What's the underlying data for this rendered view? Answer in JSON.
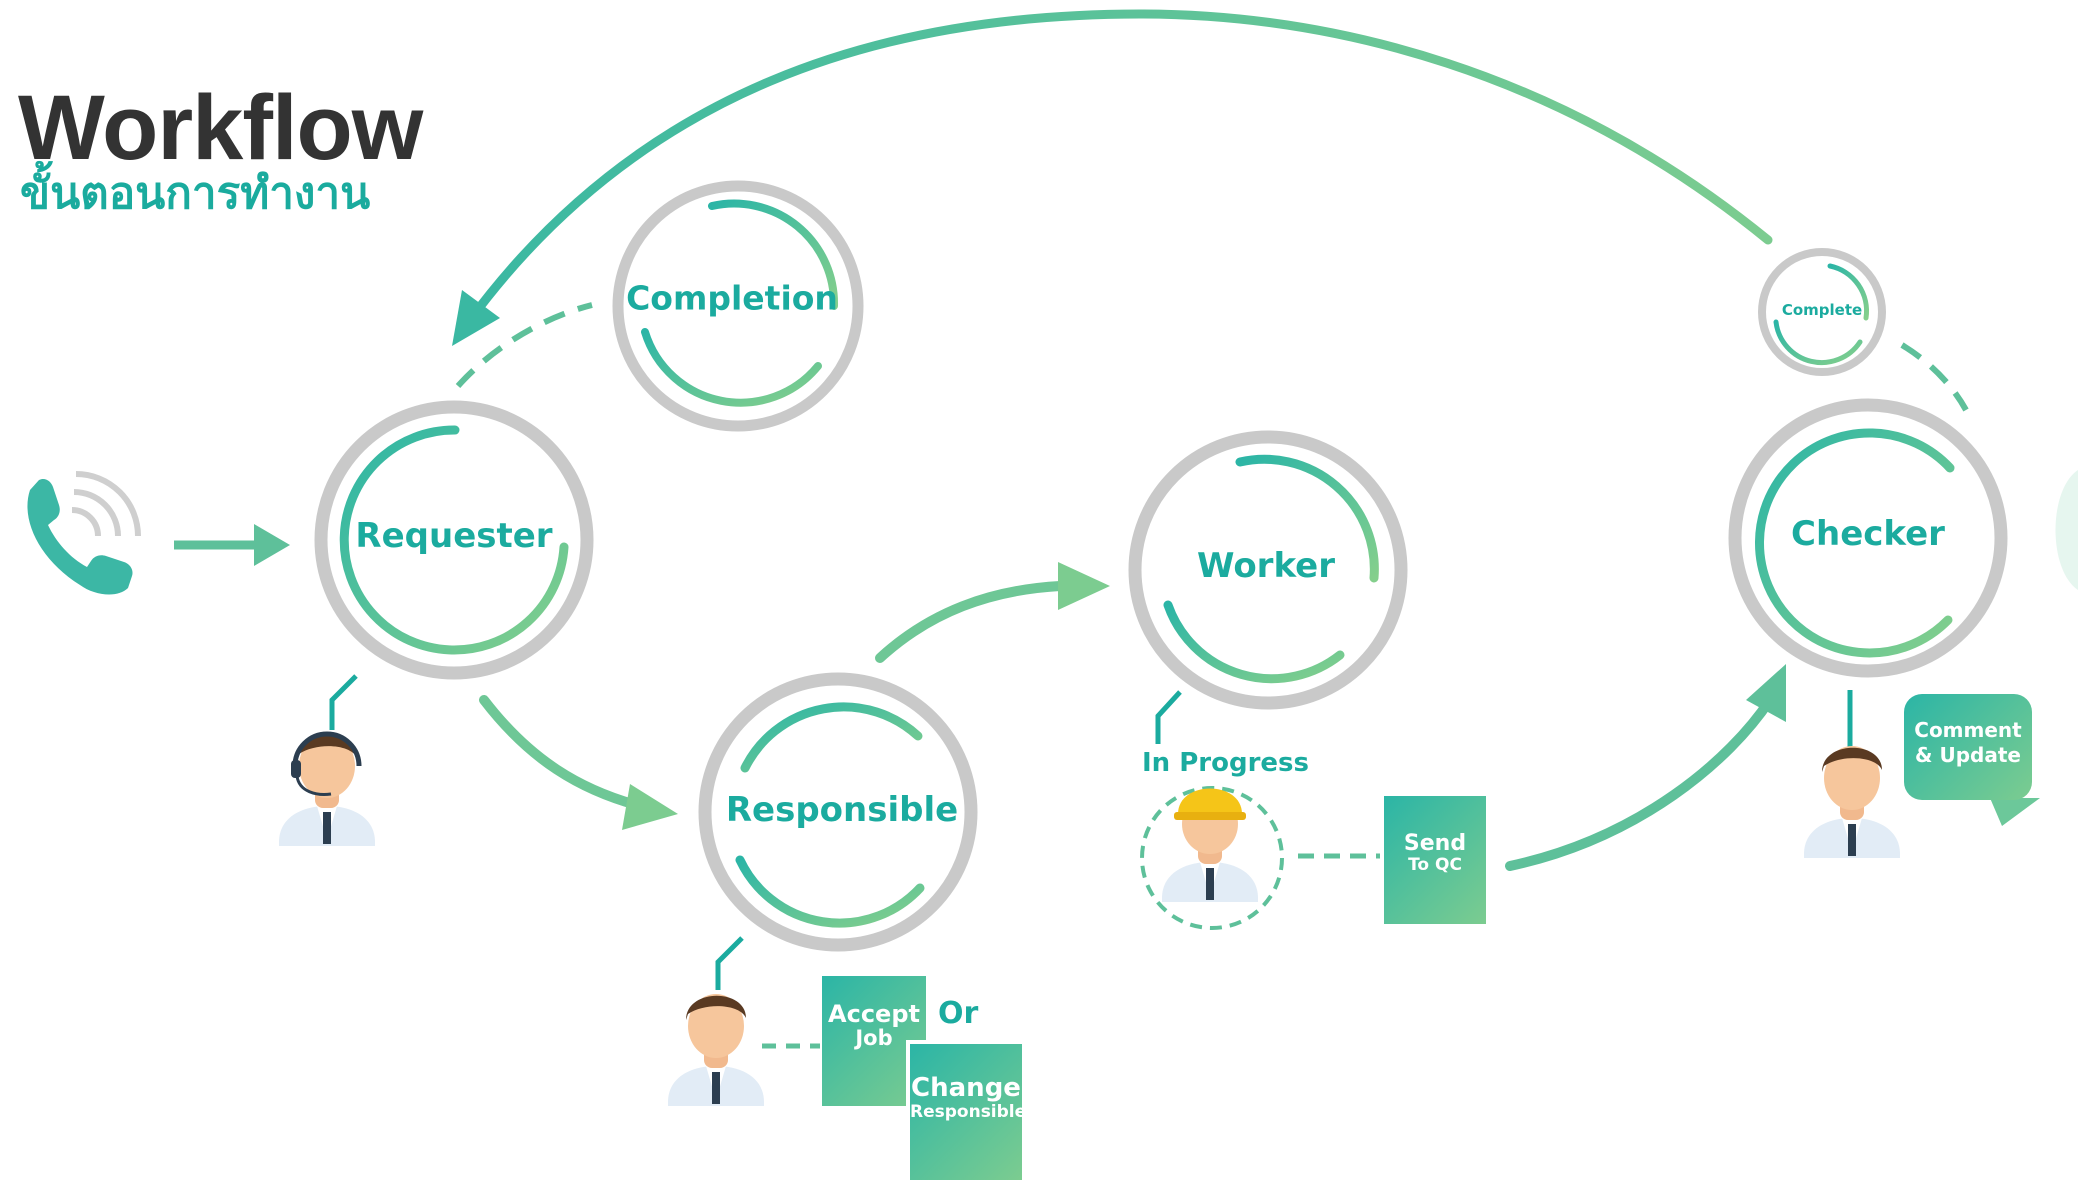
{
  "header": {
    "title": "Workflow",
    "subtitle": "ขั้นตอนการทำงาน"
  },
  "nodes": {
    "requester": "Requester",
    "responsible": "Responsible",
    "worker": "Worker",
    "checker": "Checker",
    "completion": "Completion",
    "complete": "Complete"
  },
  "labels": {
    "in_progress": "In Progress",
    "or": "Or"
  },
  "boxes": {
    "accept_job": {
      "line1": "Accept",
      "line2": "Job"
    },
    "change_responsible": {
      "line1": "Change",
      "line2": "Responsible"
    },
    "send_to_qc": {
      "line1": "Send",
      "line2": "To QC"
    },
    "comment_update": {
      "line1": "Comment",
      "line2": "& Update"
    }
  },
  "icons": {
    "phone": "phone-ringing-icon",
    "requester_person": "headset-person-icon",
    "responsible_person": "person-icon",
    "worker_person": "hardhat-worker-icon",
    "checker_person": "person-icon"
  },
  "colors": {
    "teal": "#1bab9f",
    "green": "#7ccc90",
    "ring_gray": "#c9c9c9",
    "title_dark": "#333333"
  }
}
